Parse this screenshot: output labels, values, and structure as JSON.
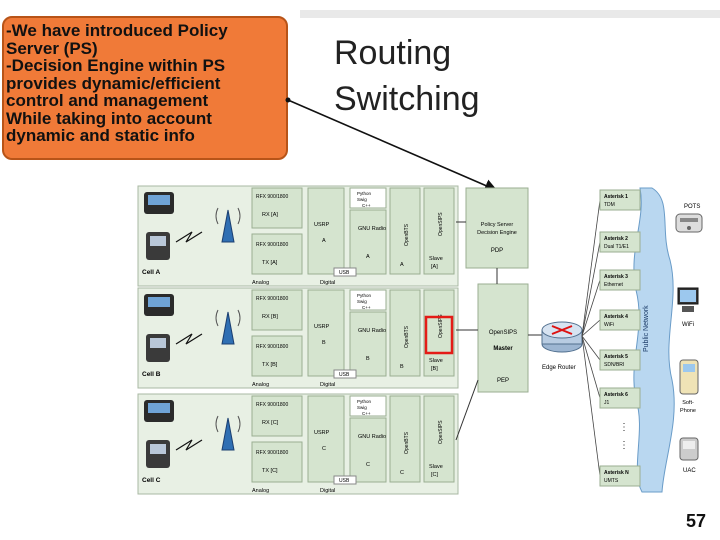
{
  "callout": {
    "lines": [
      "-We have introduced Policy",
      "Server (PS)",
      "-Decision Engine within PS",
      "provides dynamic/efficient",
      "control and management",
      "While taking into account",
      "dynamic and static info"
    ]
  },
  "heading": {
    "line1": "Routing",
    "line2": "Switching"
  },
  "page_number": "57",
  "diagram": {
    "cells": [
      {
        "cell_label": "Cell A",
        "rfx_rx": "RFX 900/1800",
        "rx_label": "RX [A]",
        "rfx_tx": "RFX 900/1800",
        "tx_label": "TX [A]",
        "usrp": "USRP",
        "usrp_id": "A",
        "python": "Python",
        "swig": "Swig",
        "cpp": "C++",
        "gnu_radio": "GNU Radio",
        "gnu_id": "A",
        "openbts": "OpenBTS",
        "openbts_id": "A",
        "opensips": "OpenSIPS",
        "slave": "Slave",
        "slave_id": "[A]",
        "usb": "USB",
        "analog": "Analog",
        "digital": "Digital"
      },
      {
        "cell_label": "Cell B",
        "rfx_rx": "RFX 900/1800",
        "rx_label": "RX [B]",
        "rfx_tx": "RFX 900/1800",
        "tx_label": "TX [B]",
        "usrp": "USRP",
        "usrp_id": "B",
        "python": "Python",
        "swig": "Swig",
        "cpp": "C++",
        "gnu_radio": "GNU Radio",
        "gnu_id": "B",
        "openbts": "OpenBTS",
        "openbts_id": "B",
        "opensips": "OpenSIPS",
        "slave": "Slave",
        "slave_id": "[B]",
        "usb": "USB",
        "analog": "Analog",
        "digital": "Digital"
      },
      {
        "cell_label": "Cell C",
        "rfx_rx": "RFX 900/1800",
        "rx_label": "RX [C]",
        "rfx_tx": "RFX 900/1800",
        "tx_label": "TX [C]",
        "usrp": "USRP",
        "usrp_id": "C",
        "python": "Python",
        "swig": "Swig",
        "cpp": "C++",
        "gnu_radio": "GNU Radio",
        "gnu_id": "C",
        "openbts": "OpenBTS",
        "openbts_id": "C",
        "opensips": "OpenSIPS",
        "slave": "Slave",
        "slave_id": "[C]",
        "usb": "USB",
        "analog": "Analog",
        "digital": "Digital"
      }
    ],
    "policy_server": {
      "line1": "Policy Server",
      "line2": "Decision Engine",
      "pdp": "PDP"
    },
    "master": {
      "name": "OpenSIPS",
      "role": "Master",
      "pep": "PEP"
    },
    "edge_router": "Edge Router",
    "public_network": "Public Network",
    "asterisks": [
      {
        "name": "Asterisk 1",
        "sub": "TDM"
      },
      {
        "name": "Asterisk 2",
        "sub": "Dual T1/E1"
      },
      {
        "name": "Asterisk 3",
        "sub": "Ethernet"
      },
      {
        "name": "Asterisk 4",
        "sub": "WiFi"
      },
      {
        "name": "Asterisk 5",
        "sub": "SDN/BRI"
      },
      {
        "name": "Asterisk 6",
        "sub": "J1"
      },
      {
        "name": "Asterisk N",
        "sub": "UMTS"
      }
    ],
    "endpoints": {
      "pots": "POTS",
      "wifi": "WiFi",
      "soft_phone": "Soft-Phone",
      "uac": "UAC"
    },
    "colors": {
      "callout_fill": "#F07A38",
      "panel_fill": "#E8F0E4",
      "box_fill": "#D5E4CF",
      "cloud_fill": "#B9D7F0",
      "highlight": "#E41B17"
    }
  }
}
